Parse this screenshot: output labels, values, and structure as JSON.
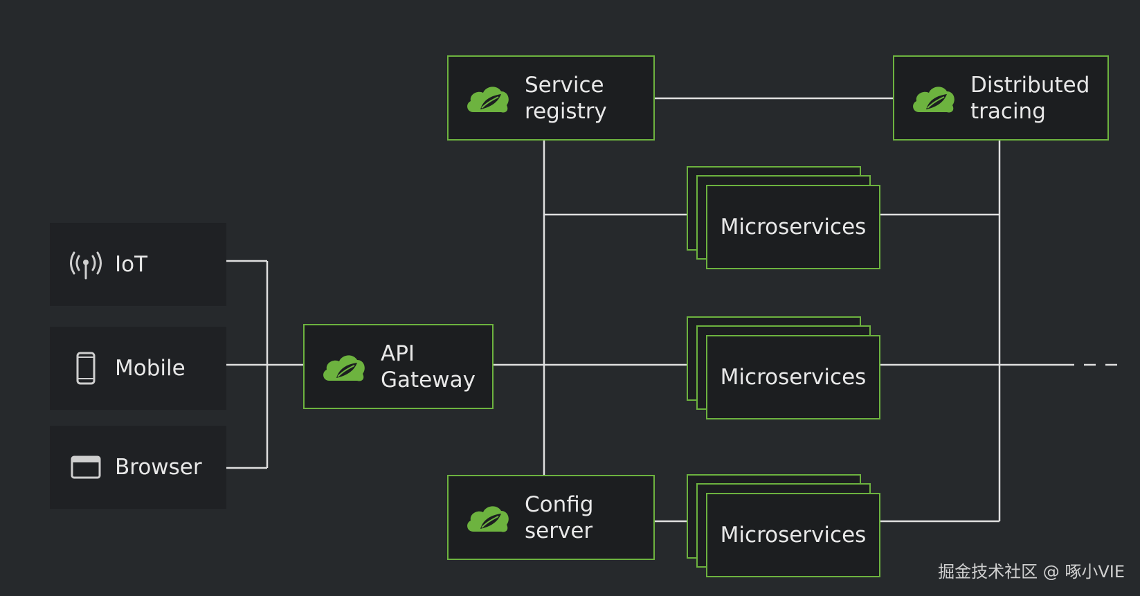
{
  "clients": [
    {
      "id": "iot",
      "label": "IoT",
      "icon": "antenna-icon"
    },
    {
      "id": "mobile",
      "label": "Mobile",
      "icon": "mobile-phone-icon"
    },
    {
      "id": "browser",
      "label": "Browser",
      "icon": "browser-window-icon"
    }
  ],
  "gateway": {
    "line1": "API",
    "line2": "Gateway",
    "icon": "spring-cloud-leaf-icon"
  },
  "service_registry": {
    "line1": "Service",
    "line2": "registry",
    "icon": "spring-cloud-leaf-icon"
  },
  "distributed_tracing": {
    "line1": "Distributed",
    "line2": "tracing",
    "icon": "spring-cloud-leaf-icon"
  },
  "config_server": {
    "line1": "Config",
    "line2": "server",
    "icon": "spring-cloud-leaf-icon"
  },
  "microservices": [
    {
      "label": "Microservices"
    },
    {
      "label": "Microservices"
    },
    {
      "label": "Microservices"
    }
  ],
  "watermark": "掘金技术社区 @ 啄小VIE",
  "colors": {
    "background": "#26292c",
    "accent_green": "#6db33f",
    "line": "#e0e0e0",
    "text": "#e8e8e8"
  }
}
